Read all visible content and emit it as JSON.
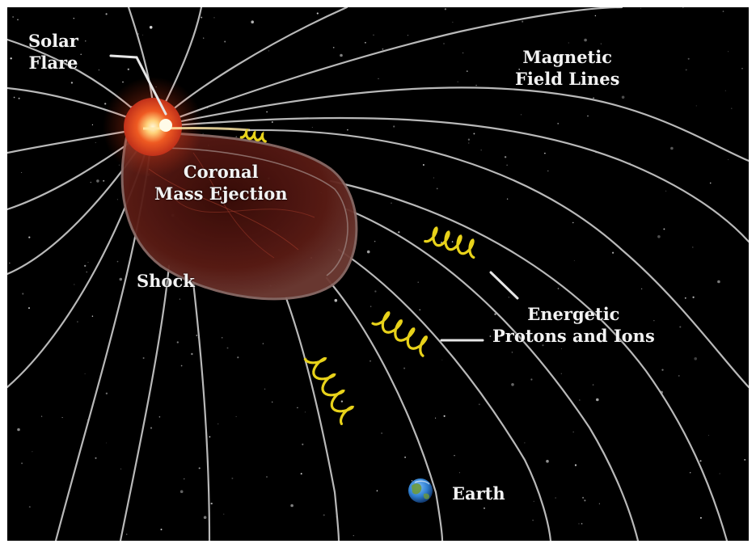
{
  "labels": {
    "solar_flare": [
      "Solar",
      "Flare"
    ],
    "magnetic_field_lines": [
      "Magnetic",
      "Field Lines"
    ],
    "coronal_mass_ejection": [
      "Coronal",
      "Mass Ejection"
    ],
    "shock": "Shock",
    "energetic_particles": [
      "Energetic",
      "Protons and Ions"
    ],
    "earth": "Earth"
  },
  "colors": {
    "space": "#000000",
    "field_line": "#b9b9b9",
    "particle_spiral": "#e8d21a",
    "sun": "#e8491c",
    "cme": "#5a1a14",
    "label": "#f2f2f2",
    "earth_ocean": "#2f7fd0",
    "earth_land": "#6f9a3a"
  },
  "icons": [
    "sun-icon",
    "earth-icon",
    "particle-spiral-icon"
  ]
}
